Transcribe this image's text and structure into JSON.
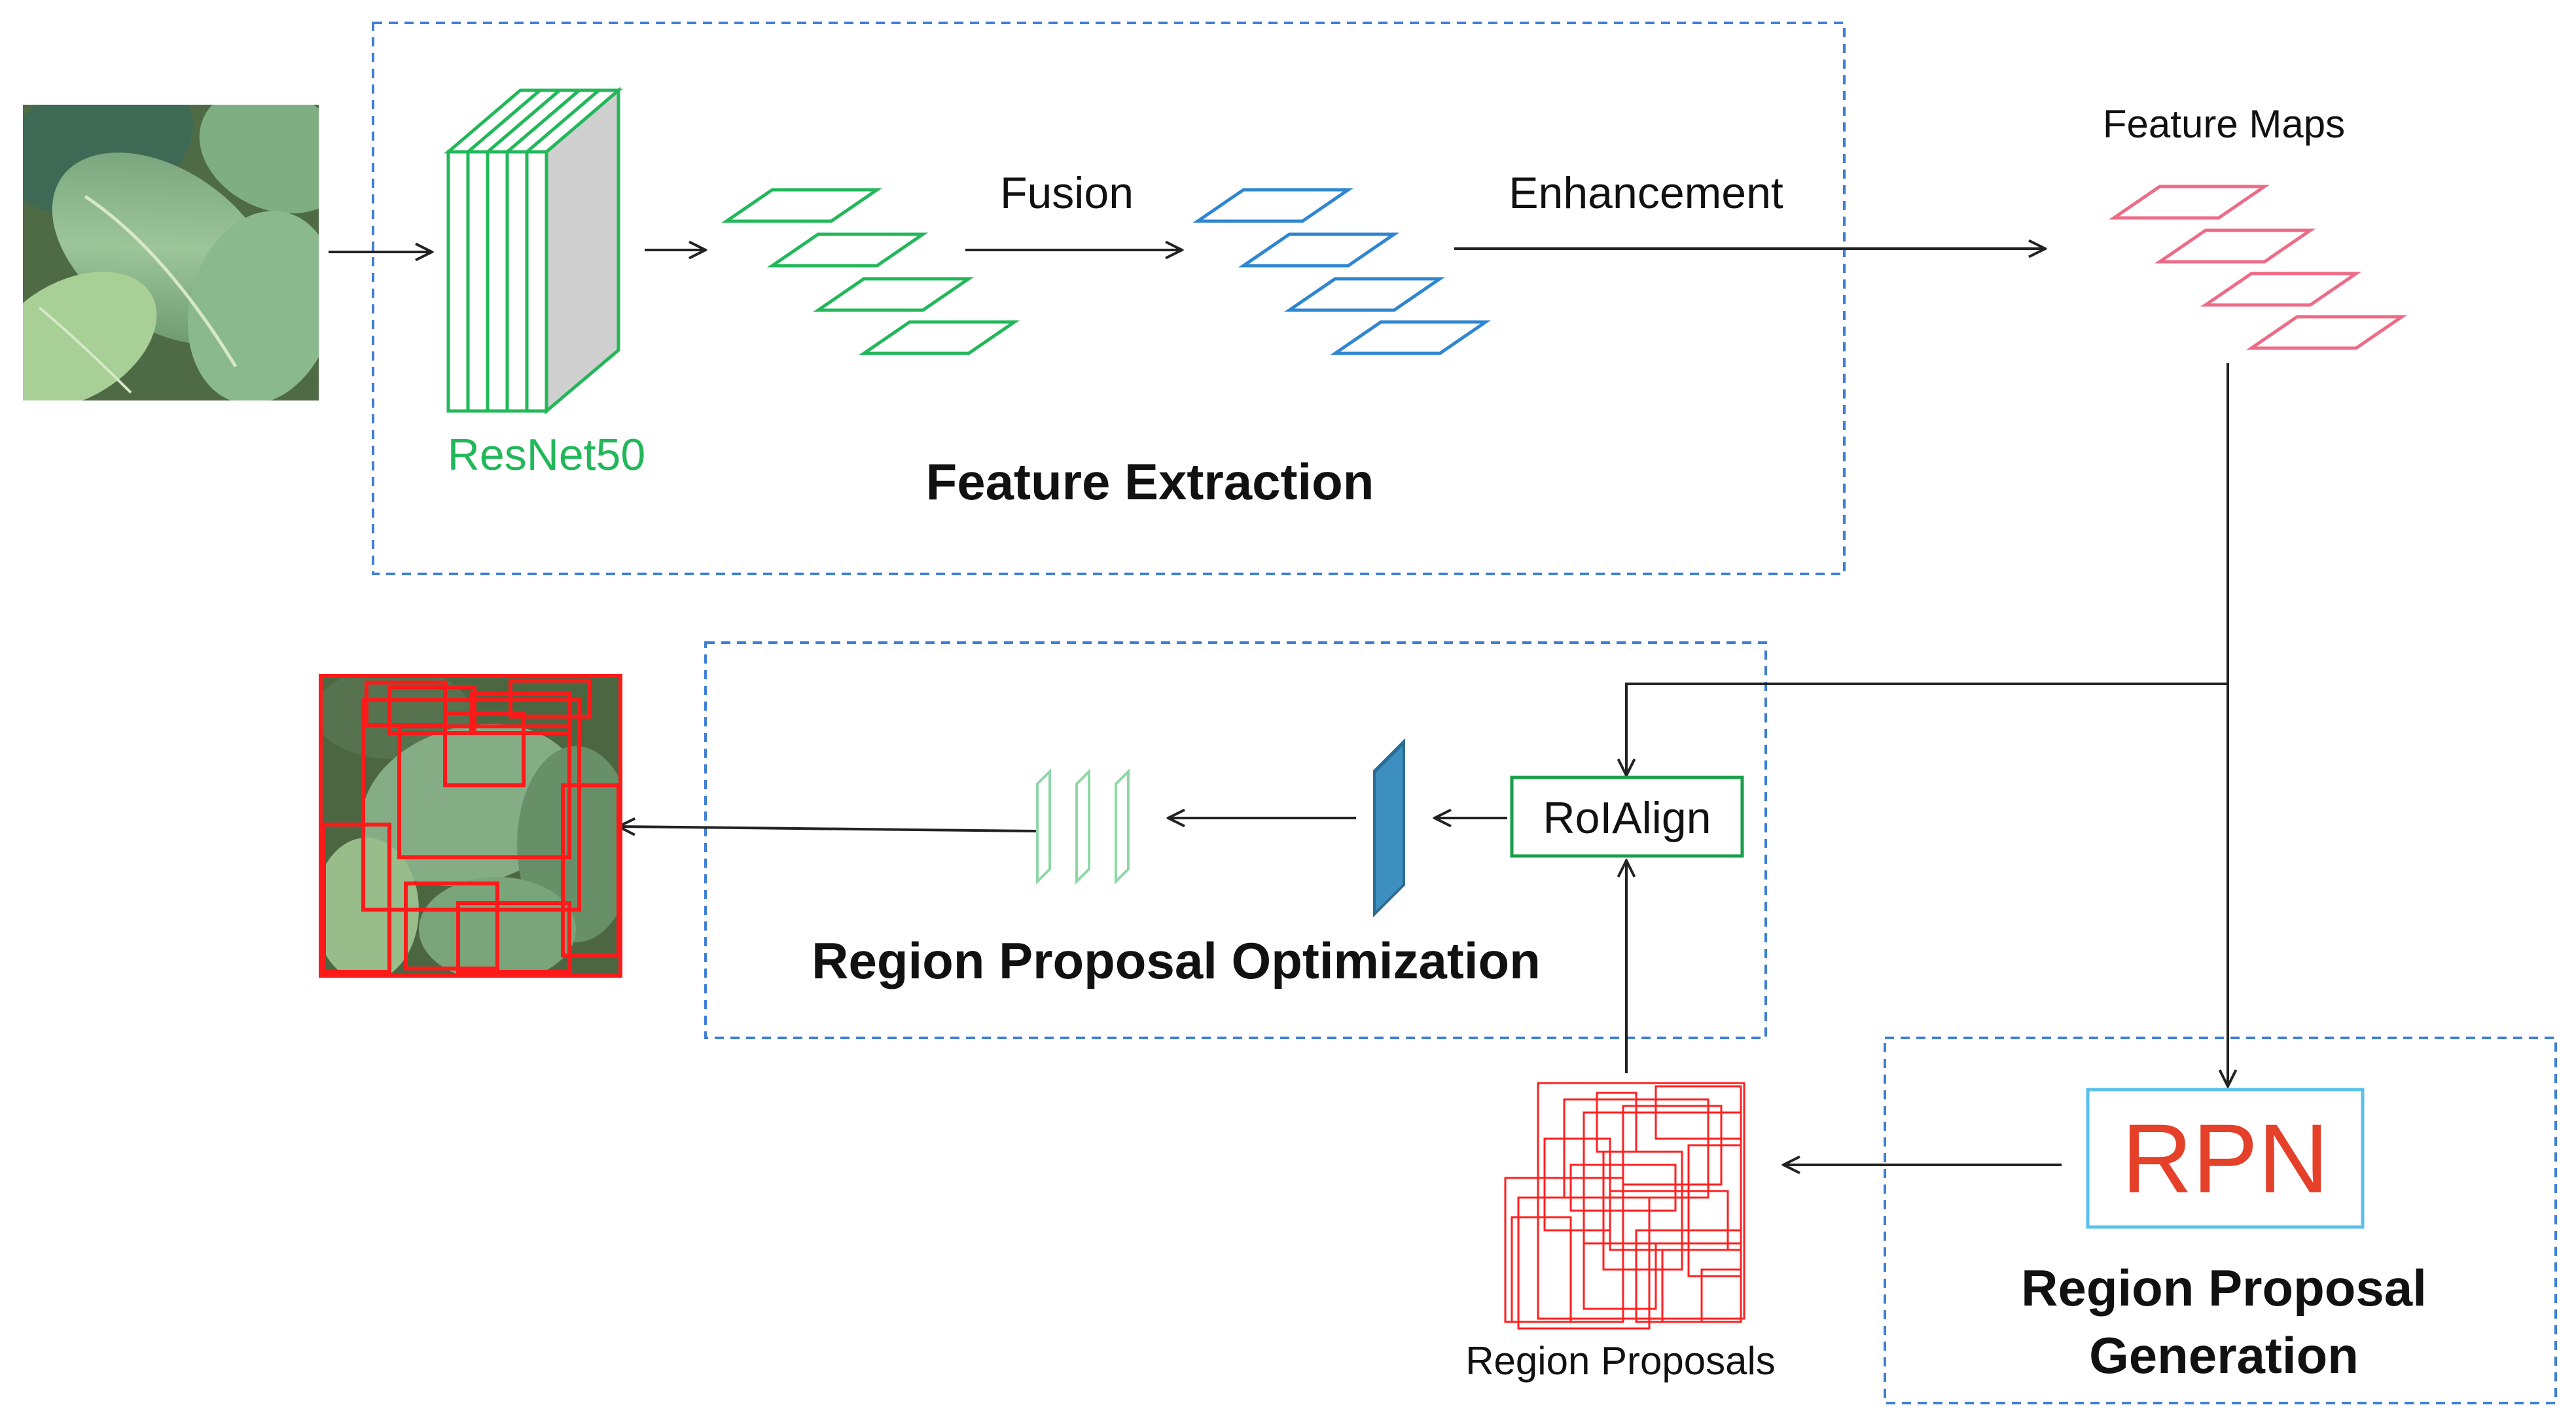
{
  "labels": {
    "resnet": "ResNet50",
    "fusion": "Fusion",
    "enhancement": "Enhancement",
    "feature_maps": "Feature Maps",
    "feature_extraction": "Feature Extraction",
    "roialign": "RoIAlign",
    "rpn": "RPN",
    "region_proposals": "Region Proposals",
    "region_proposal_optimization": "Region Proposal Optimization",
    "region_proposal_generation_line1": "Region Proposal",
    "region_proposal_generation_line2": "Generation"
  },
  "icons": {
    "input_image": "soybean-leaf-photo",
    "output_image": "leaf-photo-with-detection-boxes",
    "proposals": "overlapping-red-boxes"
  },
  "colors": {
    "resnet_green": "#22b85a",
    "fused_blue": "#2f86d0",
    "feature_map_pink": "#ee6b86",
    "rpn_orange_red": "#e5402a",
    "rpn_box_border": "#5bc0e8",
    "dashed_border": "#3d7fd6",
    "roialign_border": "#1a9e4a",
    "fc_blue": "#3d8fbf",
    "proposal_red": "#ff2020",
    "fc_layer_green": "#8fd8a8",
    "arrow": "#222222"
  }
}
